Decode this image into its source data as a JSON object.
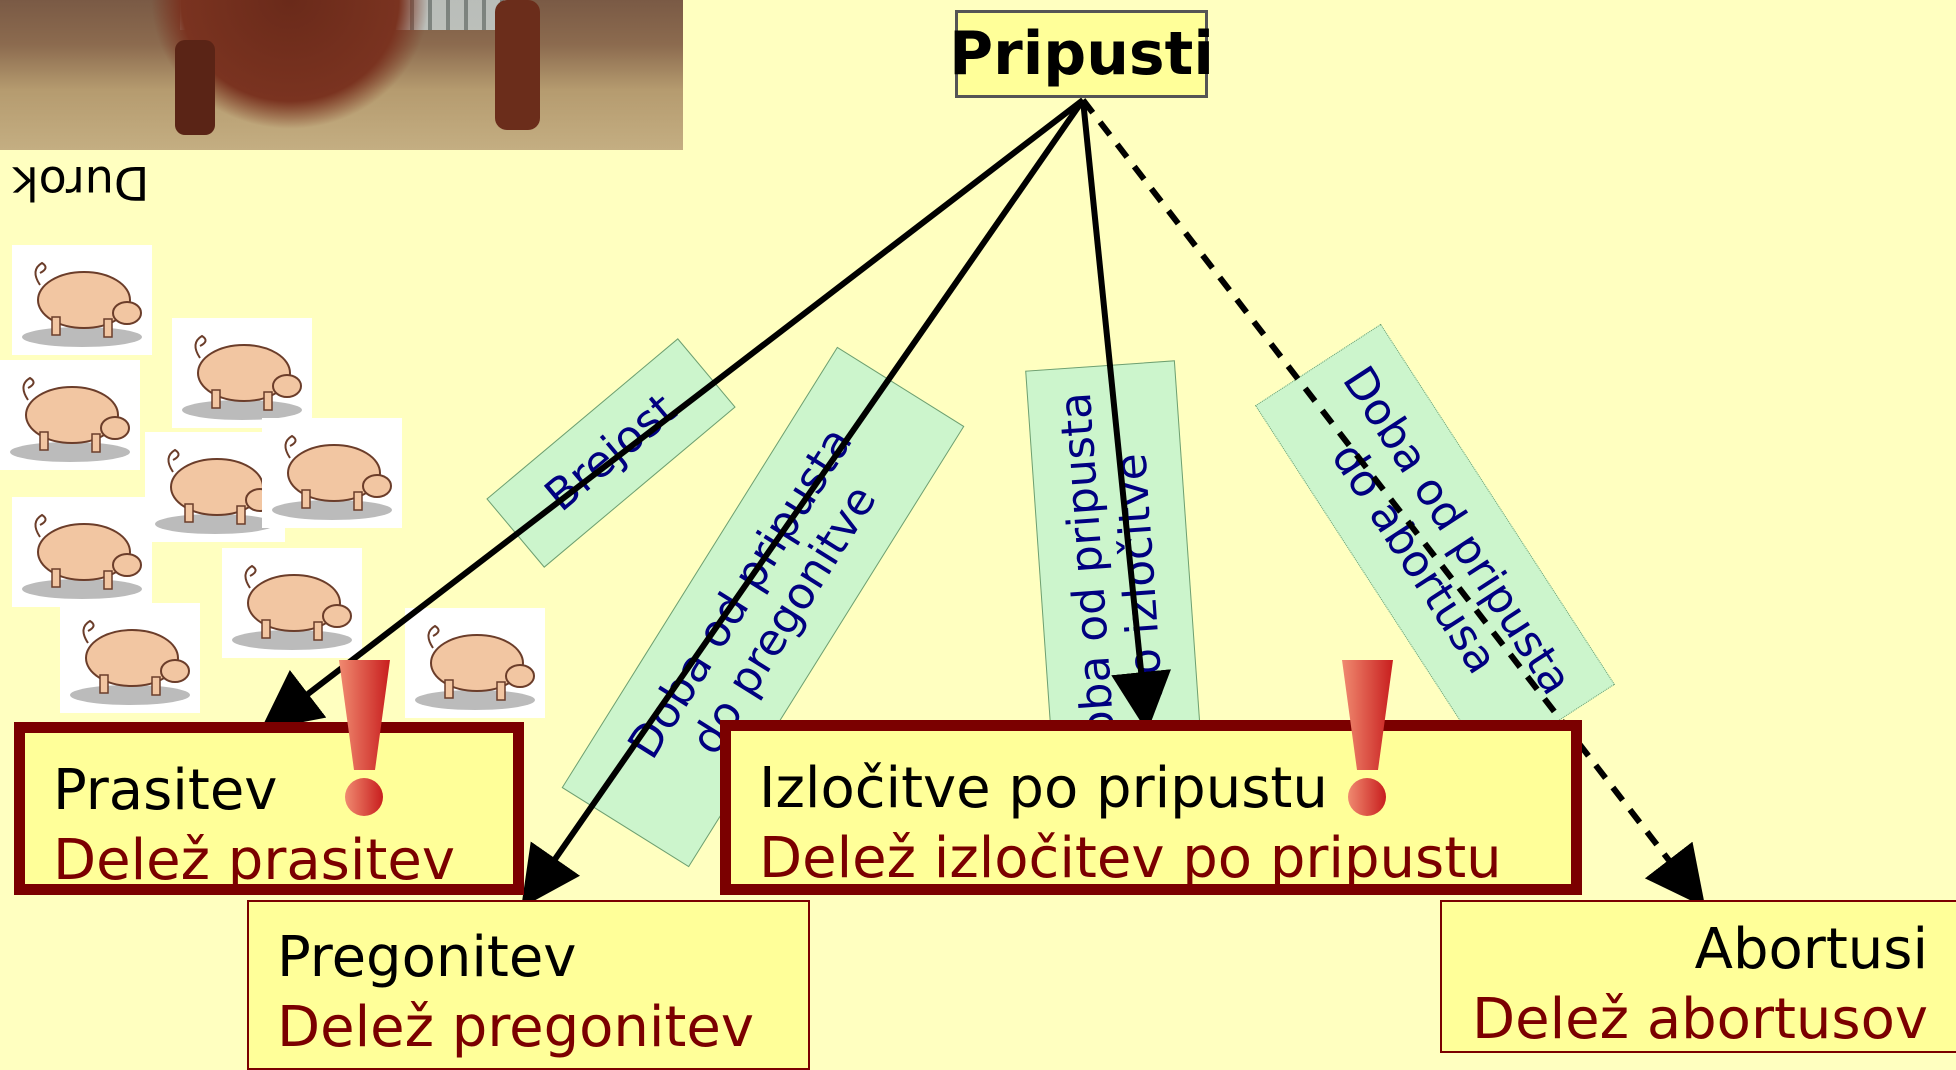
{
  "photo_caption": "Durok",
  "root": {
    "label": "Pripusti"
  },
  "edges": [
    {
      "id": "brejost",
      "lines": [
        "Brejost"
      ]
    },
    {
      "id": "pregonitve",
      "lines": [
        "Doba od pripusta",
        "do pregonitve"
      ]
    },
    {
      "id": "izlocitve",
      "lines": [
        "Doba od pripusta",
        "do izločitve"
      ]
    },
    {
      "id": "abortusa",
      "lines": [
        "Doba od pripusta",
        "do abortusa"
      ]
    }
  ],
  "outcomes": {
    "prasitev": {
      "title": "Prasitev",
      "measure": "Delež prasitev"
    },
    "pregonitev": {
      "title": "Pregonitev",
      "measure": "Delež pregonitev"
    },
    "izlocitve": {
      "title": "Izločitve po pripustu",
      "measure": "Delež izločitev po pripustu"
    },
    "abortusi": {
      "title": "Abortusi",
      "measure": "Delež abortusov"
    }
  },
  "colors": {
    "background": "#FFFFC0",
    "box": "#FFFF99",
    "border": "#7B0000",
    "label_bg": "#CCF5CC",
    "label_text": "#000080"
  }
}
